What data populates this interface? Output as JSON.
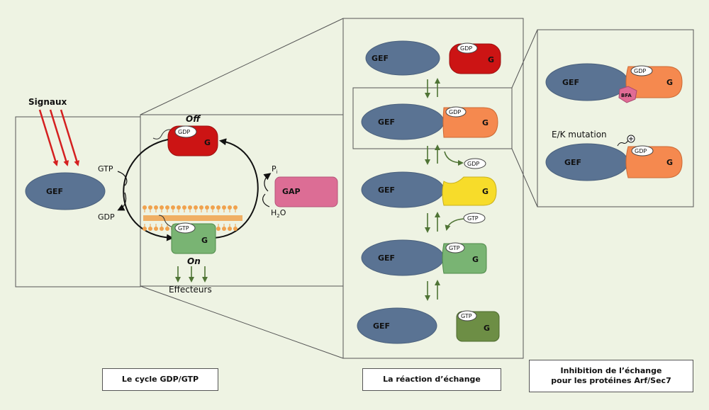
{
  "labels": {
    "signaux": "Signaux",
    "gef": "GEF",
    "gtp": "GTP",
    "gdp": "GDP",
    "g": "G",
    "off": "Off",
    "on": "On",
    "gap": "GAP",
    "pi": "P",
    "pi_sub": "i",
    "h2o_h": "H",
    "h2o_sub": "2",
    "h2o_o": "O",
    "effecteurs": "Effecteurs",
    "bfa": "BFA",
    "ek_mutation": "E/K mutation"
  },
  "captions": {
    "cycle": "Le cycle GDP/GTP",
    "exchange": "La réaction d’échange",
    "inhibition_line1": "Inhibition de l’échange",
    "inhibition_line2": "pour les protéines Arf/Sec7"
  },
  "colors": {
    "background": "#eef3e3",
    "gef": "#5a7393",
    "g_off": "#cc1414",
    "g_gdp_bound": "#f5894f",
    "g_empty": "#f7dc2a",
    "g_gtp_bound": "#79b473",
    "g_gtp_free": "#6d8e45",
    "gap": "#dc6d95",
    "bfa": "#e06b95",
    "signal_arrow": "#d42020",
    "green_arrow": "#4f7435",
    "membrane": "#f0a24e"
  }
}
